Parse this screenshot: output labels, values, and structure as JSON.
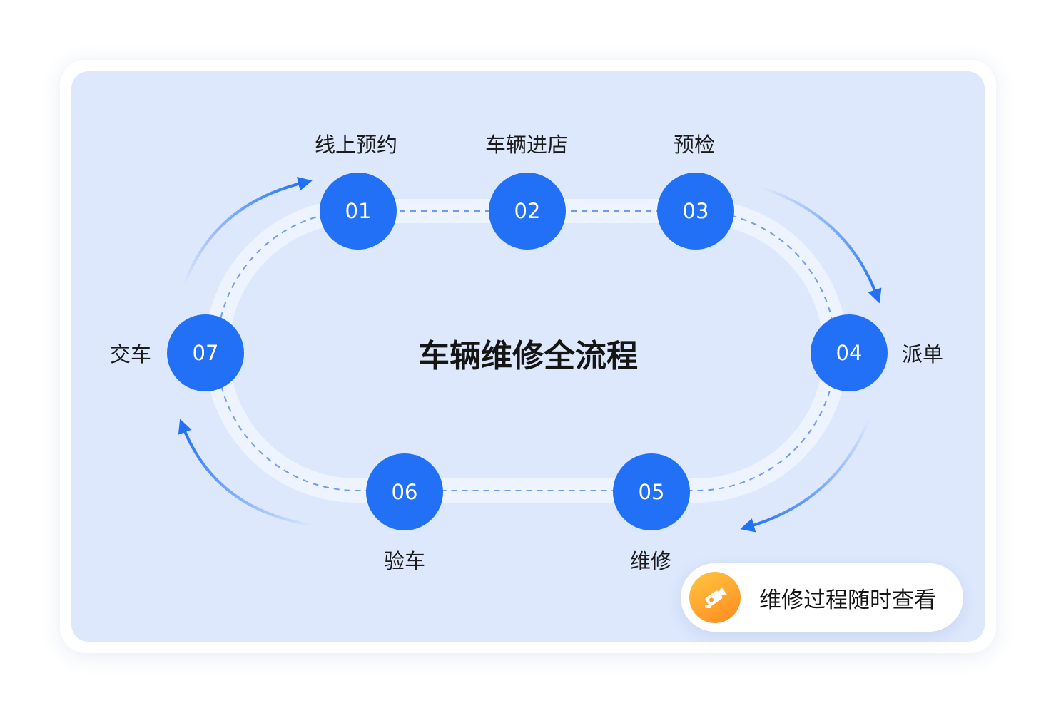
{
  "title": "车辆维修全流程",
  "steps": [
    {
      "num": "01",
      "label": "线上预约"
    },
    {
      "num": "02",
      "label": "车辆进店"
    },
    {
      "num": "03",
      "label": "预检"
    },
    {
      "num": "04",
      "label": "派单"
    },
    {
      "num": "05",
      "label": "维修"
    },
    {
      "num": "06",
      "label": "验车"
    },
    {
      "num": "07",
      "label": "交车"
    }
  ],
  "badge": {
    "text": "维修过程随时查看",
    "icon": "camera-icon"
  },
  "colors": {
    "accent": "#2170f5",
    "panel": "#dde8fd",
    "track": "#edf3ff",
    "badge_icon": "#ff9a2a"
  }
}
